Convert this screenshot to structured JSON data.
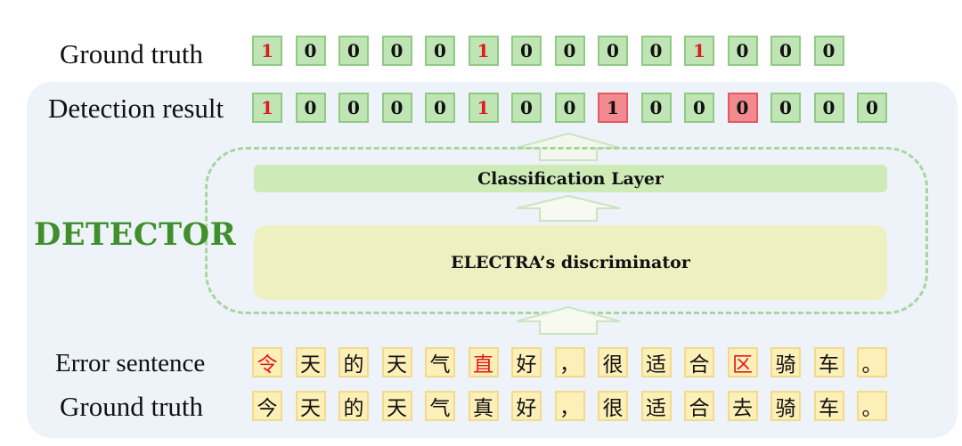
{
  "labels": {
    "ground_truth_top": "Ground truth",
    "detection_result": "Detection result",
    "error_sentence": "Error sentence",
    "ground_truth_bottom": "Ground truth"
  },
  "detector": {
    "title": "DETECTOR",
    "classification_layer": "Classification Layer",
    "discriminator": "ELECTRA’s discriminator"
  },
  "ground_truth_bits": [
    "1",
    "0",
    "0",
    "0",
    "0",
    "1",
    "0",
    "0",
    "0",
    "0",
    "1",
    "0",
    "0",
    "0"
  ],
  "ground_truth_bits_red": [
    true,
    false,
    false,
    false,
    false,
    true,
    false,
    false,
    false,
    false,
    true,
    false,
    false,
    false
  ],
  "detection_bits": [
    "1",
    "0",
    "0",
    "0",
    "0",
    "1",
    "0",
    "0",
    "1",
    "0",
    "0",
    "0",
    "0",
    "0",
    "0"
  ],
  "detection_bits_red": [
    true,
    false,
    false,
    false,
    false,
    true,
    false,
    false,
    false,
    false,
    false,
    false,
    false,
    false,
    false
  ],
  "detection_bits_wrong": [
    false,
    false,
    false,
    false,
    false,
    false,
    false,
    false,
    true,
    false,
    false,
    true,
    false,
    false,
    false
  ],
  "error_chars": [
    "令",
    "天",
    "的",
    "天",
    "气",
    "直",
    "好",
    "，",
    "很",
    "适",
    "合",
    "区",
    "骑",
    "车",
    "。"
  ],
  "error_chars_red": [
    true,
    false,
    false,
    false,
    false,
    true,
    false,
    false,
    false,
    false,
    false,
    true,
    false,
    false,
    false
  ],
  "truth_chars": [
    "今",
    "天",
    "的",
    "天",
    "气",
    "真",
    "好",
    "，",
    "很",
    "适",
    "合",
    "去",
    "骑",
    "车",
    "。"
  ],
  "colors": {
    "correct_cell": "#bfe5b5",
    "wrong_cell": "#f28a8f",
    "char_cell": "#fdefb8",
    "detector_text": "#3f8f2a",
    "highlight_text": "#e11b1b"
  }
}
